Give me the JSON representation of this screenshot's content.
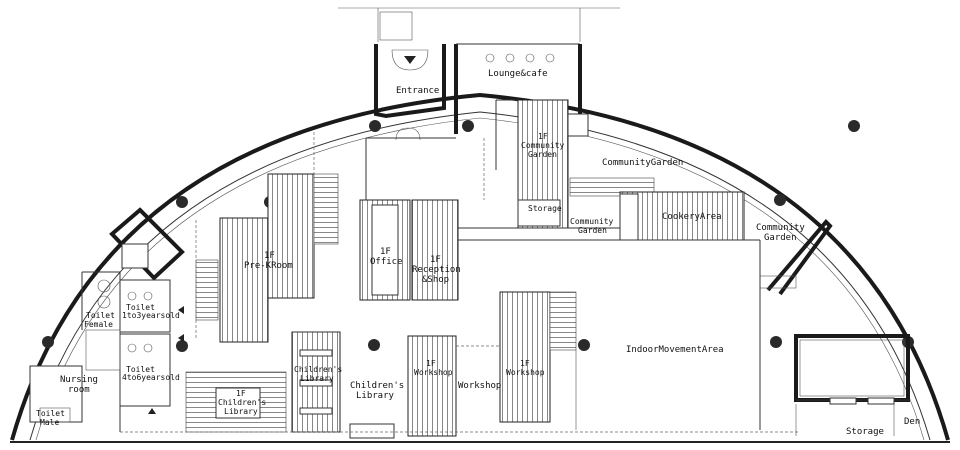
{
  "rooms": {
    "entrance": "Entrance",
    "lounge": "Lounge&cafe",
    "community_garden_1f_line1": "1F",
    "community_garden_1f_line2": "Community",
    "community_garden_1f_line3": "Garden",
    "community_garden_top": "CommunityGarden",
    "storage_top": "Storage",
    "community_garden_mid_line1": "Community",
    "community_garden_mid_line2": "Garden",
    "cookery_area": "CookeryArea",
    "community_garden_right_line1": "Community",
    "community_garden_right_line2": "Garden",
    "prek_line1": "1F",
    "prek_line2": "Pre-KRoom",
    "office_line1": "1F",
    "office_line2": "Office",
    "reception_line1": "1F",
    "reception_line2": "Reception",
    "reception_line3": "&Shop",
    "toilet_female_line1": "Toilet",
    "toilet_female_line2": "Female",
    "toilet_1to3_line1": "Toilet",
    "toilet_1to3_line2": "1to3yearsold",
    "toilet_4to6_line1": "Toilet",
    "toilet_4to6_line2": "4to6yearsold",
    "nursing_line1": "Nursing",
    "nursing_line2": "room",
    "toilet_male_line1": "Toilet",
    "toilet_male_line2": "Male",
    "childrens_library_1f_line1": "1F",
    "childrens_library_1f_line2": "Children's",
    "childrens_library_1f_line3": "Library",
    "childrens_library_deck_line1": "Children's",
    "childrens_library_deck_line2": "Library",
    "childrens_library_line1": "Children's",
    "childrens_library_line2": "Library",
    "workshop_1f_a_line1": "1F",
    "workshop_1f_a_line2": "Workshop",
    "workshop": "Workshop",
    "workshop_1f_b_line1": "1F",
    "workshop_1f_b_line2": "Workshop",
    "indoor_movement": "IndoorMovementArea",
    "storage_bottom": "Storage",
    "den": "Den"
  }
}
